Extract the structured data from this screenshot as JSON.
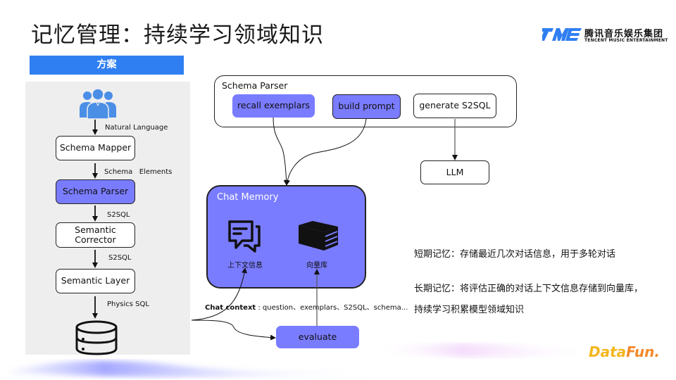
{
  "header": {
    "title": "记忆管理：持续学习领域知识",
    "logo": {
      "icon": "tme-logo-icon",
      "name_cn": "腾讯音乐娱乐集团",
      "name_en": "TENCENT MUSIC ENTERTAINMENT",
      "color": "#2f7ff2"
    }
  },
  "left_panel": {
    "banner": "方案",
    "banner_color": "#2f7ff2",
    "users_icon": "users-group-icon",
    "steps": [
      {
        "edge_label": "Natural Language",
        "node": "Schema Mapper",
        "style": "white"
      },
      {
        "edge_label": "Schema   Elements",
        "node": "Schema Parser",
        "style": "purple"
      },
      {
        "edge_label": "S2SQL",
        "node_lines": [
          "Semantic",
          "Corrector"
        ],
        "style": "white"
      },
      {
        "edge_label": "S2SQL",
        "node": "Semantic Layer",
        "style": "white"
      },
      {
        "edge_label": "Physics SQL",
        "node_icon": "database-icon"
      }
    ]
  },
  "schema_parser": {
    "title": "Schema Parser",
    "steps": [
      {
        "label": "recall exemplars",
        "style": "purple"
      },
      {
        "label": "build prompt",
        "style": "purple-bordered"
      },
      {
        "label": "generate S2SQL",
        "style": "white"
      }
    ],
    "llm": "LLM"
  },
  "chat_memory": {
    "title": "Chat Memory",
    "items": [
      {
        "icon": "chat-bubbles-icon",
        "label": "上下文信息"
      },
      {
        "icon": "books-stack-icon",
        "label": "向量库"
      }
    ],
    "context_label_bold": "Chat context",
    "context_label_rest": " : question、exemplars、S2SQL、schema...",
    "evaluate": "evaluate",
    "accent": "#7a7cff"
  },
  "descriptions": {
    "short_term": "短期记忆：存储最近几次对话信息，用于多轮对话",
    "long_term_line1": "长期记忆：将评估正确的对话上下文信息存储到向量库，",
    "long_term_line2": "持续学习积累模型领域知识"
  },
  "footer": {
    "brand_part1": "Data",
    "brand_part2": "Fun.",
    "brand_icon": "datafun-logo-icon"
  }
}
